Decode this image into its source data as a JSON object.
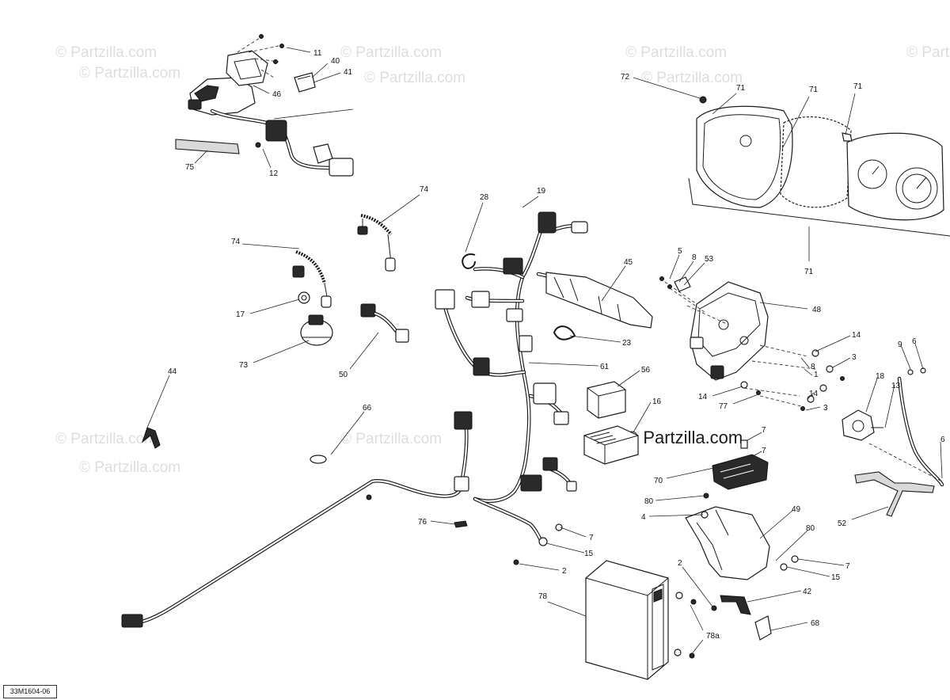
{
  "watermarks": [
    "© Partzilla.com",
    "© Partzilla.com",
    "© Partzilla.com",
    "© Partzilla.com",
    "© Partzilla.com",
    "© Partzilla.com",
    "© Partzilla.com",
    "© Partzilla.com",
    "© Partzilla.com",
    "© Partzilla.com"
  ],
  "center_watermark": "© Partzilla.com",
  "reference_code": "33M1604-06",
  "callouts": [
    "11",
    "40",
    "41",
    "46",
    "75",
    "12",
    "72",
    "71",
    "71",
    "71",
    "71",
    "28",
    "19",
    "74",
    "74",
    "45",
    "5",
    "8",
    "53",
    "48",
    "17",
    "73",
    "50",
    "23",
    "61",
    "14",
    "3",
    "9",
    "6",
    "8",
    "1",
    "18",
    "13",
    "56",
    "16",
    "14",
    "77",
    "14",
    "3",
    "44",
    "66",
    "7",
    "7",
    "70",
    "80",
    "4",
    "49",
    "6",
    "52",
    "80",
    "76",
    "7",
    "15",
    "2",
    "2",
    "7",
    "15",
    "42",
    "78",
    "78a",
    "68"
  ]
}
